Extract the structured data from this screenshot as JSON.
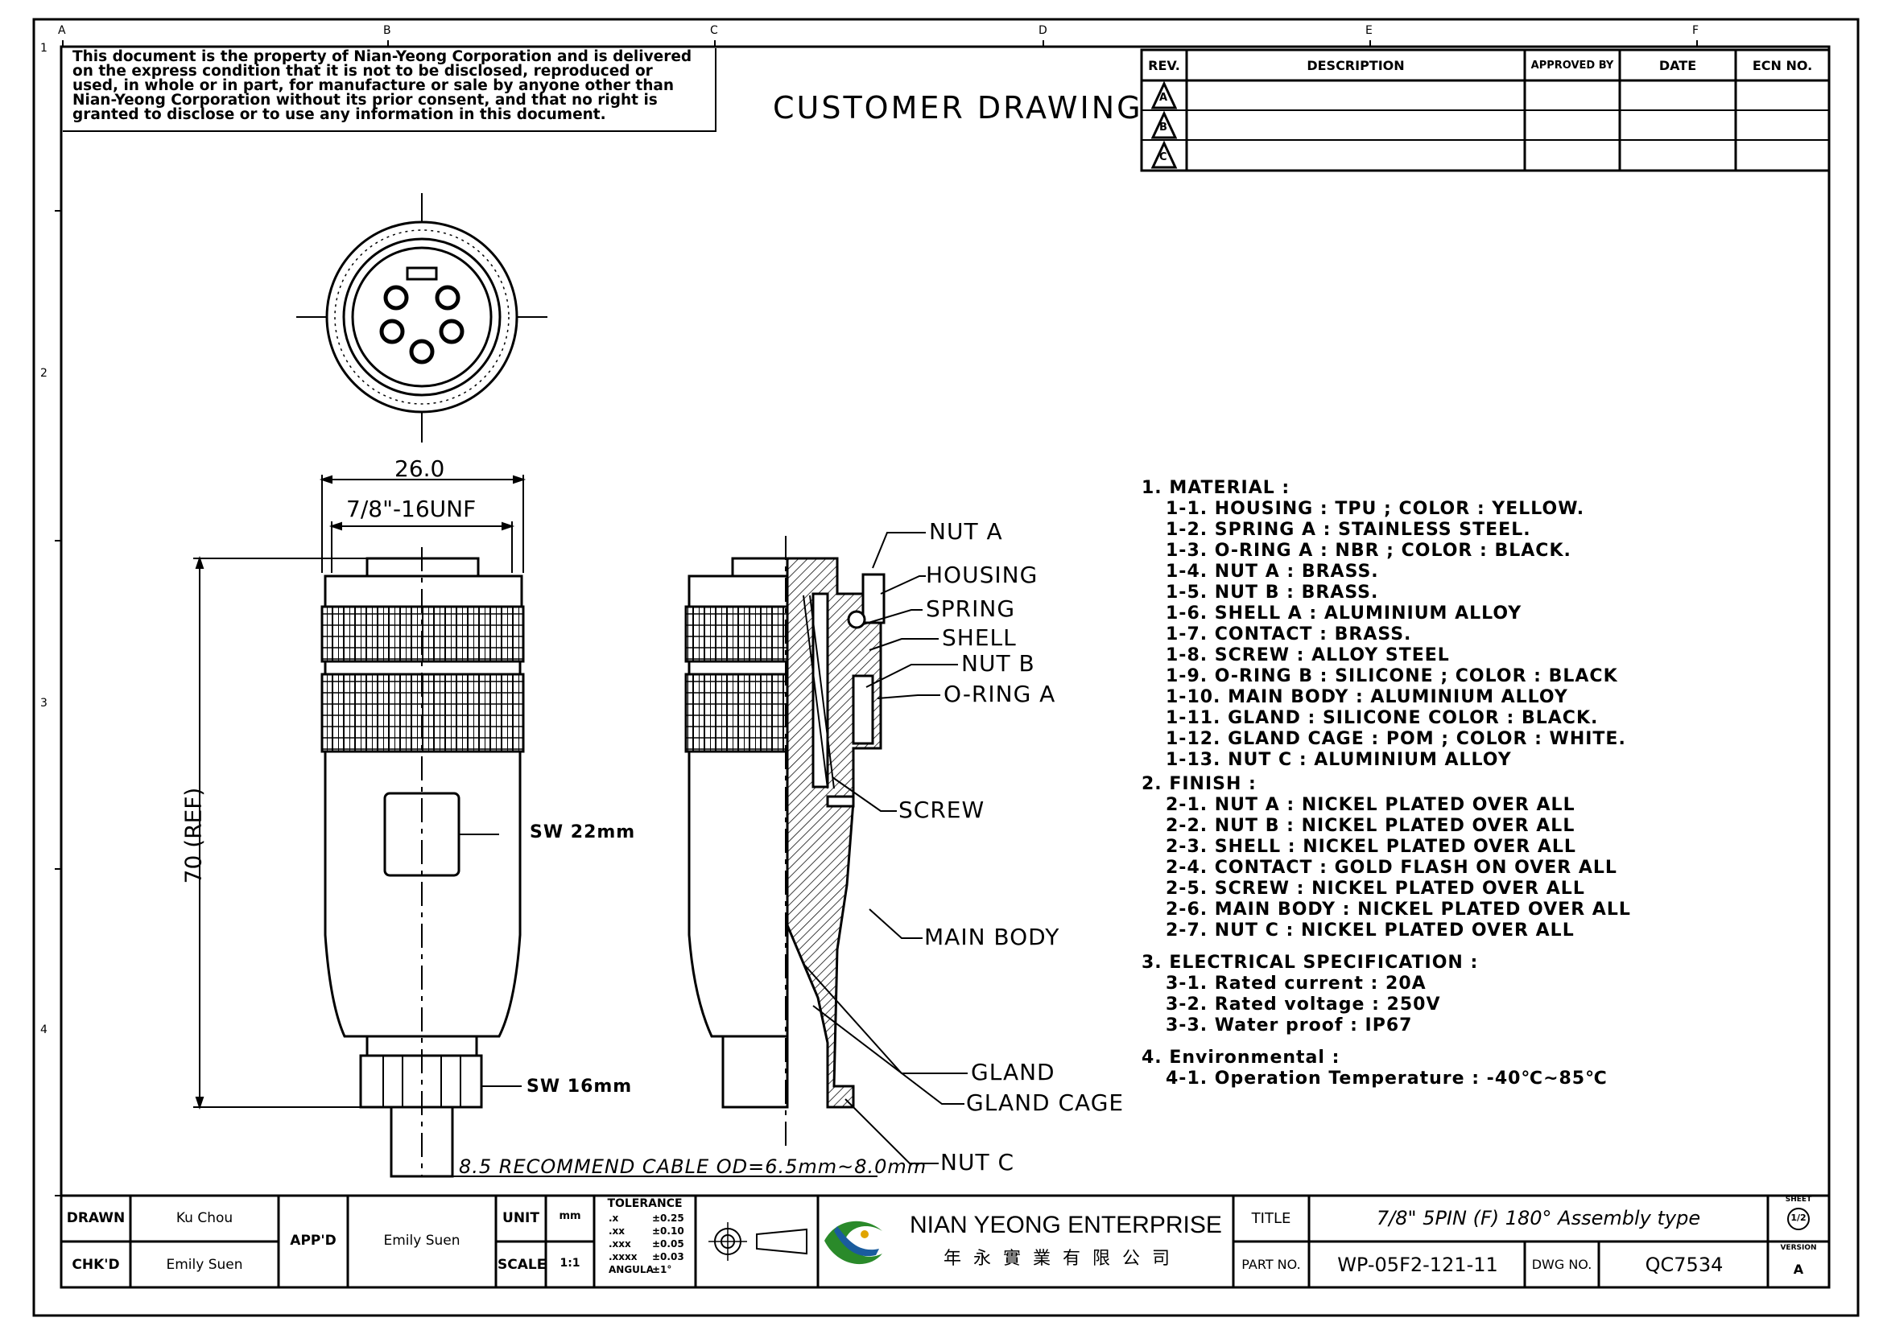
{
  "grid": {
    "cols": [
      "A",
      "B",
      "C",
      "D",
      "E",
      "F"
    ],
    "rows": [
      "1",
      "2",
      "3",
      "4"
    ]
  },
  "notice": [
    "This document is the property of Nian-Yeong Corporation and is delivered",
    "on  the  express condition that it is not to be disclosed, reproduced or",
    "used, in whole or in part, for manufacture or sale by anyone other than",
    "Nian-Yeong Corporation without  its prior consent, and that  no right  is",
    "granted to disclose or to use any information in this  document."
  ],
  "drawing_type": "CUSTOMER  DRAWING",
  "revision_table": {
    "headers": [
      "REV.",
      "DESCRIPTION",
      "APPROVED BY",
      "DATE",
      "ECN NO."
    ],
    "revs": [
      "A",
      "B",
      "C"
    ]
  },
  "dimensions": {
    "width": "26.0",
    "thread": "7/8\"-16UNF",
    "length": "70 (REF)",
    "sw_body": "SW 22mm",
    "sw_nut": "SW 16mm",
    "cable": "8.5 RECOMMEND CABLE OD=6.5mm~8.0mm"
  },
  "callouts": [
    "NUT A",
    "HOUSING",
    "SPRING",
    "SHELL",
    "NUT B",
    "O-RING A",
    "SCREW",
    "MAIN BODY",
    "GLAND",
    "GLAND CAGE",
    "NUT C"
  ],
  "spec": [
    {
      "kind": "sec",
      "text": "1. MATERIAL :"
    },
    {
      "kind": "item",
      "text": "1-1. HOUSING : TPU ; COLOR : YELLOW."
    },
    {
      "kind": "item",
      "text": "1-2. SPRING A : STAINLESS STEEL."
    },
    {
      "kind": "item",
      "text": "1-3. O-RING A : NBR ; COLOR : BLACK."
    },
    {
      "kind": "item",
      "text": "1-4. NUT A : BRASS."
    },
    {
      "kind": "item",
      "text": "1-5. NUT B : BRASS."
    },
    {
      "kind": "item",
      "text": "1-6. SHELL A : ALUMINIUM ALLOY"
    },
    {
      "kind": "item",
      "text": "1-7. CONTACT : BRASS."
    },
    {
      "kind": "item",
      "text": "1-8. SCREW : ALLOY STEEL"
    },
    {
      "kind": "item",
      "text": "1-9. O-RING B : SILICONE ; COLOR : BLACK"
    },
    {
      "kind": "item",
      "text": "1-10. MAIN BODY : ALUMINIUM ALLOY"
    },
    {
      "kind": "item",
      "text": "1-11. GLAND : SILICONE COLOR : BLACK."
    },
    {
      "kind": "item",
      "text": "1-12. GLAND CAGE : POM ; COLOR : WHITE."
    },
    {
      "kind": "item",
      "text": "1-13. NUT C : ALUMINIUM ALLOY"
    },
    {
      "kind": "sec",
      "text": "2. FINISH :"
    },
    {
      "kind": "item",
      "text": "2-1. NUT A : NICKEL PLATED OVER ALL"
    },
    {
      "kind": "item",
      "text": "2-2. NUT B : NICKEL PLATED OVER ALL"
    },
    {
      "kind": "item",
      "text": "2-3. SHELL : NICKEL PLATED OVER ALL"
    },
    {
      "kind": "item",
      "text": "2-4. CONTACT : GOLD FLASH ON OVER ALL"
    },
    {
      "kind": "item",
      "text": "2-5. SCREW : NICKEL PLATED OVER ALL"
    },
    {
      "kind": "item",
      "text": "2-6. MAIN BODY : NICKEL PLATED OVER ALL"
    },
    {
      "kind": "item",
      "text": "2-7. NUT C : NICKEL PLATED OVER ALL"
    },
    {
      "kind": "sec",
      "text": "3. ELECTRICAL SPECIFICATION :"
    },
    {
      "kind": "item",
      "text": "3-1. Rated current : 20A"
    },
    {
      "kind": "item",
      "text": "3-2. Rated voltage : 250V"
    },
    {
      "kind": "item",
      "text": "3-3. Water proof : IP67"
    },
    {
      "kind": "sec",
      "text": "4. Environmental :"
    },
    {
      "kind": "item",
      "text": "4-1. Operation Temperature : -40℃~85℃"
    }
  ],
  "title_block": {
    "drawn_label": "DRAWN",
    "drawn": "Ku Chou",
    "chkd_label": "CHK'D",
    "chkd": "Emily Suen",
    "app_label": "APP'D",
    "app": "Emily Suen",
    "unit_label": "UNIT",
    "unit": "mm",
    "scale_label": "SCALE",
    "scale": "1:1",
    "tolerance_label": "TOLERANCE",
    "tolerances": [
      {
        "k": ".x",
        "v": "±0.25"
      },
      {
        "k": ".xx",
        "v": "±0.10"
      },
      {
        "k": ".xxx",
        "v": "±0.05"
      },
      {
        "k": ".xxxx",
        "v": "±0.03"
      },
      {
        "k": "ANGULA",
        "v": "±1°"
      }
    ],
    "company": "NIAN YEONG ENTERPRISE",
    "company_cn": "年 永 實 業 有 限 公 司",
    "title_label": "TITLE",
    "title": "7/8\" 5PIN (F) 180° Assembly type",
    "part_label": "PART NO.",
    "part": "WP-05F2-121-11",
    "dwg_label": "DWG NO.",
    "dwg": "QC7534",
    "sheet_label": "SHEET",
    "sheet": "1/2",
    "version_label": "VERSION",
    "version": "A"
  }
}
